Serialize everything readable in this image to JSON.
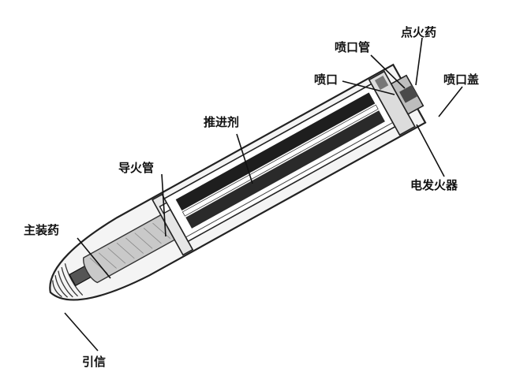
{
  "diagram": {
    "labels": {
      "igniter_charge": "点火药",
      "nozzle_tube": "喷口管",
      "nozzle": "喷口",
      "nozzle_cover": "喷口盖",
      "propellant": "推进剂",
      "fuse_tube": "导火管",
      "electric_igniter": "电发火器",
      "main_charge": "主装药",
      "detonator": "引信"
    }
  }
}
